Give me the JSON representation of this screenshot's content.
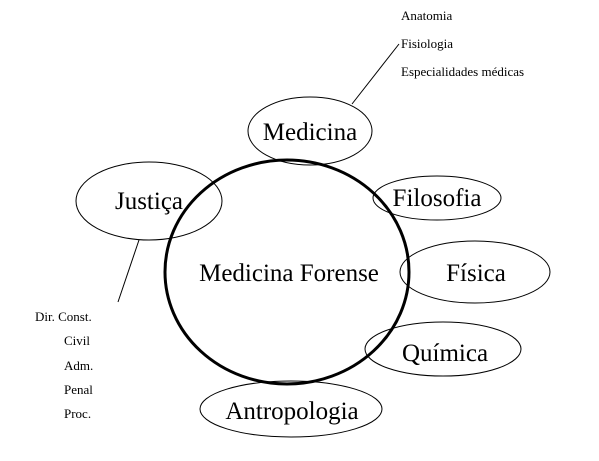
{
  "diagram": {
    "center": {
      "label": "Medicina Forense"
    },
    "nodes": {
      "medicina": {
        "label": "Medicina"
      },
      "justica": {
        "label": "Justiça"
      },
      "filosofia": {
        "label": "Filosofia"
      },
      "fisica": {
        "label": "Física"
      },
      "quimica": {
        "label": "Química"
      },
      "antropologia": {
        "label": "Antropologia"
      }
    },
    "medicina_notes": [
      "Anatomia",
      "Fisiologia",
      "Especialidades médicas"
    ],
    "justica_notes": [
      "Dir. Const.",
      "Civil",
      "Adm.",
      "Penal",
      "Proc."
    ],
    "colors": {
      "stroke": "#000000",
      "background": "#ffffff"
    }
  }
}
